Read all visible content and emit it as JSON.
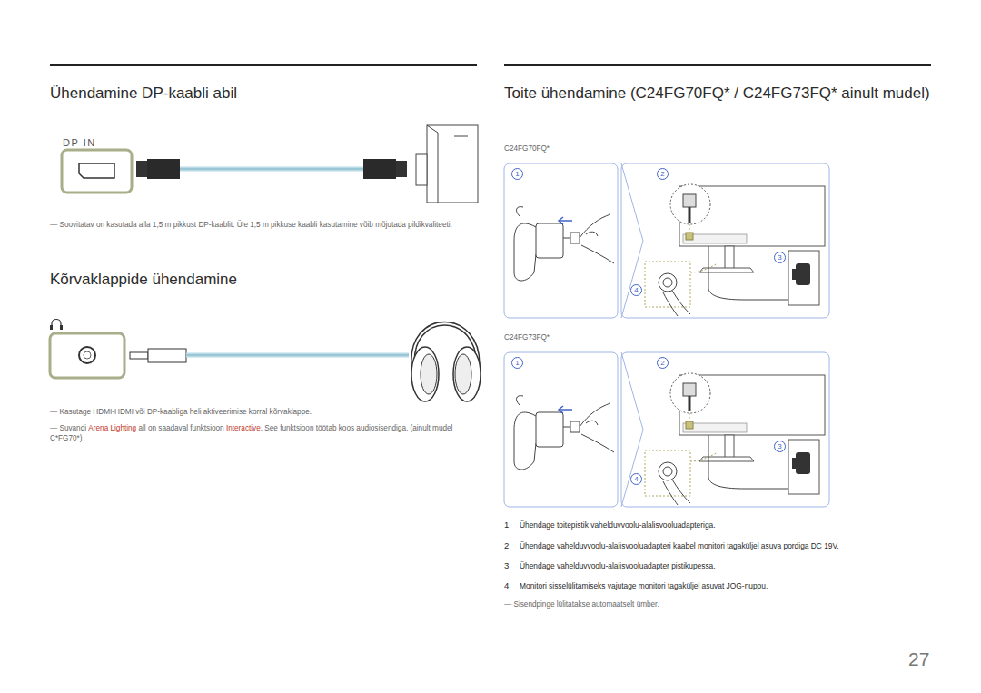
{
  "diagram": {
    "labels": [
      "Ühendamine DP-kaabli abil",
      "DP IN",
      "― Soovitatav on kasutada alla 1,5 m pikkust DP-kaablit. Üle 1,5 m pikkuse kaabli kasutamine võib mõjutada pildikvaliteeti.",
      "Kõrvaklappide ühendamine",
      "― Kasutage HDMI-HDMI või DP-kaabliga heli aktiveerimise korral kõrvaklappe.",
      "― Suvandi",
      "Arena Lighting",
      "all on saadaval funktsioon",
      "Interactive",
      ". See funktsioon töötab koos audiosisendiga. (ainult mudel C*FG70*)",
      "Toite ühendamine (C24FG70FQ* / C24FG73FQ* ainult mudel)",
      "C24FG70FQ*",
      "1",
      "2",
      "3",
      "4",
      "C24FG73FQ*",
      "1",
      "2",
      "3",
      "4",
      "1",
      "Ühendage toitepistik vahelduvvoolu-alalisvooluadapteriga.",
      "2",
      "Ühendage vahelduvvoolu-alalisvooluadapteri kaabel monitori tagaküljel asuva pordiga DC 19V.",
      "3",
      "Ühendage vahelduvvoolu-alalisvooluadapter pistikupessa.",
      "4",
      "Monitori sisselülitamiseks vajutage monitori tagaküljel asuvat JOG-nuppu.",
      "― Sisendpinge lülitatakse automaatselt ümber.",
      "27"
    ]
  }
}
